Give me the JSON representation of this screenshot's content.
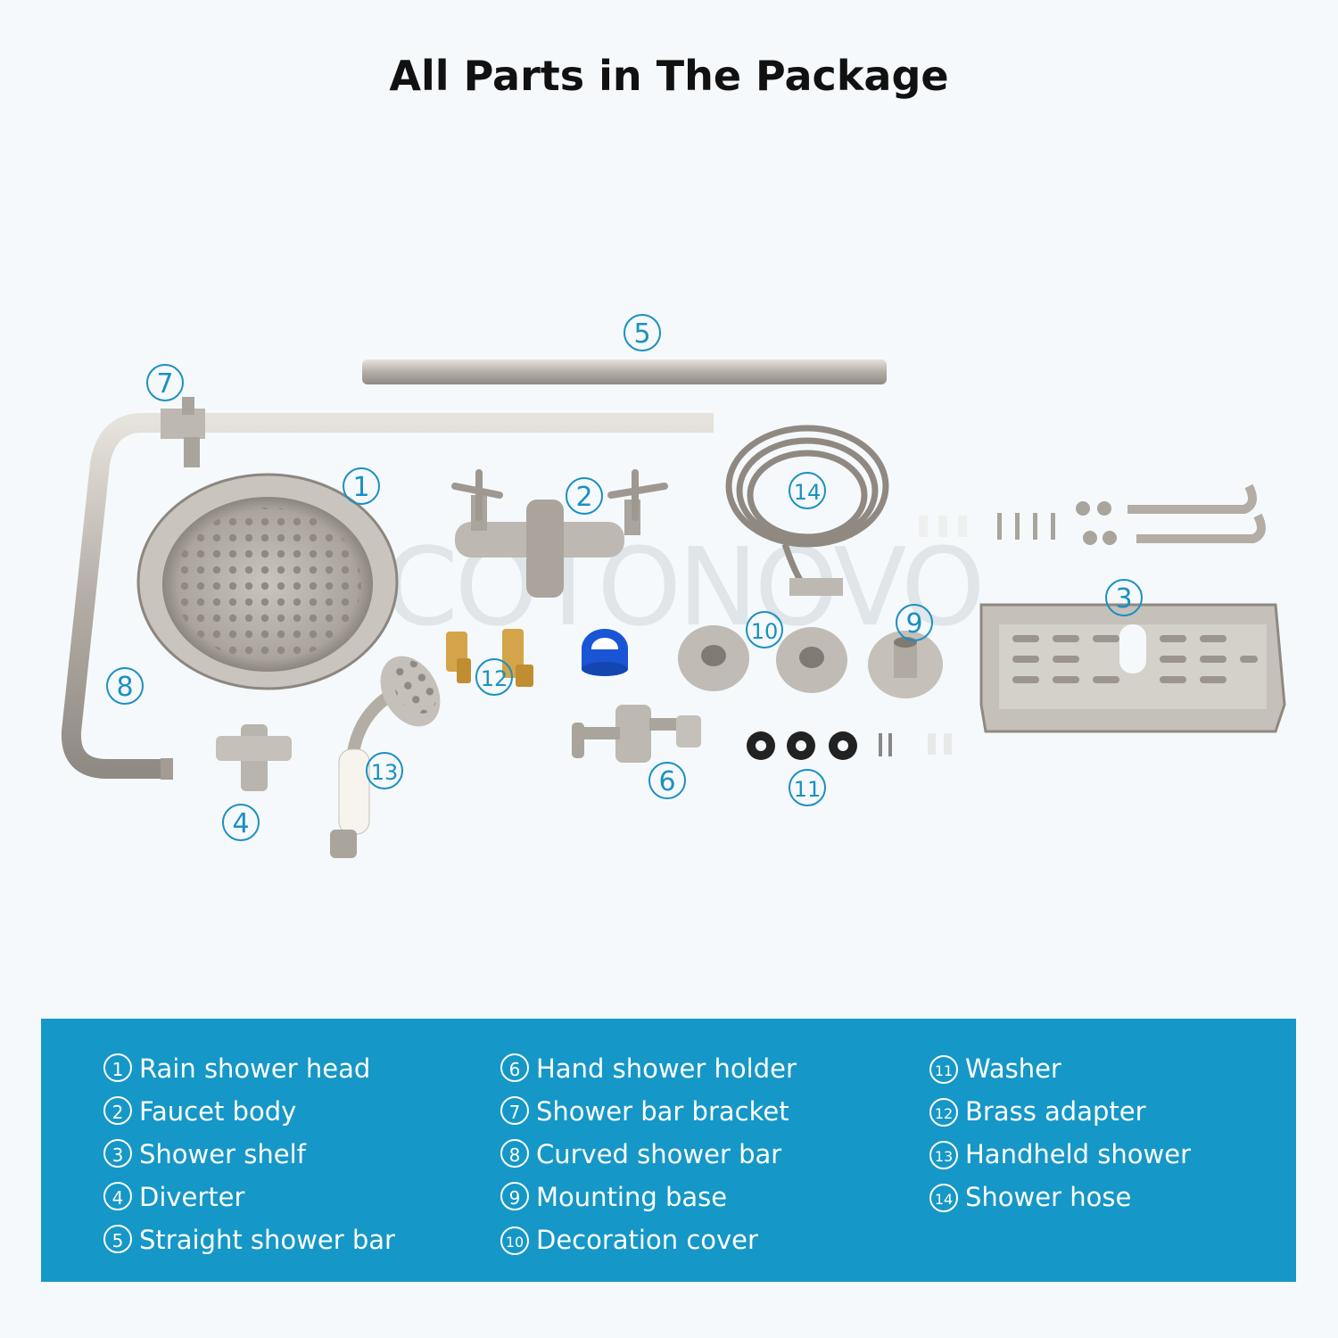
{
  "title": "All Parts in The Package",
  "watermark": "COTONOVO",
  "callouts": [
    "1",
    "2",
    "3",
    "4",
    "5",
    "6",
    "7",
    "8",
    "9",
    "10",
    "11",
    "12",
    "13",
    "14"
  ],
  "legend": {
    "col1": [
      {
        "num": "1",
        "label": "Rain shower head"
      },
      {
        "num": "2",
        "label": "Faucet body"
      },
      {
        "num": "3",
        "label": "Shower shelf"
      },
      {
        "num": "4",
        "label": "Diverter"
      },
      {
        "num": "5",
        "label": "Straight shower bar"
      }
    ],
    "col2": [
      {
        "num": "6",
        "label": "Hand shower holder"
      },
      {
        "num": "7",
        "label": "Shower bar bracket"
      },
      {
        "num": "8",
        "label": "Curved shower bar"
      },
      {
        "num": "9",
        "label": "Mounting base"
      },
      {
        "num": "10",
        "label": "Decoration cover"
      }
    ],
    "col3": [
      {
        "num": "11",
        "label": "Washer"
      },
      {
        "num": "12",
        "label": "Brass adapter"
      },
      {
        "num": "13",
        "label": "Handheld shower"
      },
      {
        "num": "14",
        "label": "Shower hose"
      }
    ]
  },
  "colors": {
    "accent": "#1597c7",
    "callout": "#1b90c0",
    "metal": "#b9b4ad",
    "brass": "#d8a646"
  }
}
